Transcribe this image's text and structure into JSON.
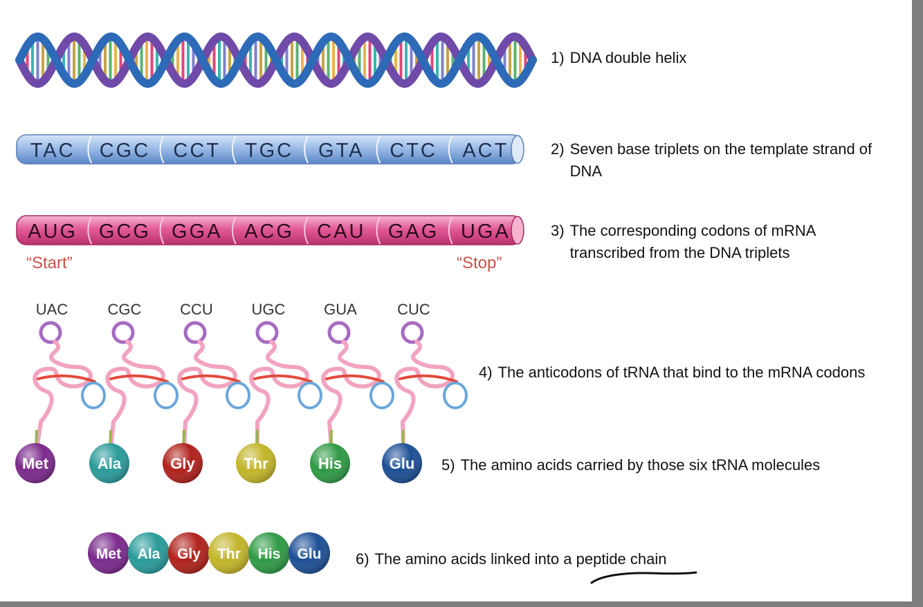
{
  "captions": [
    {
      "num": "1)",
      "text": "DNA double helix"
    },
    {
      "num": "2)",
      "text": "Seven base triplets on the template strand of DNA"
    },
    {
      "num": "3)",
      "text": "The corresponding codons of mRNA transcribed from the DNA triplets"
    },
    {
      "num": "4)",
      "text": "The anticodons of tRNA that bind to the mRNA codons"
    },
    {
      "num": "5)",
      "text": "The amino acids carried by those six tRNA molecules"
    },
    {
      "num": "6)",
      "text": "The amino acids linked into a peptide chain"
    }
  ],
  "dna_triplets": [
    "TAC",
    "CGC",
    "CCT",
    "TGC",
    "GTA",
    "CTC",
    "ACT"
  ],
  "mrna_codons": [
    "AUG",
    "GCG",
    "GGA",
    "ACG",
    "CAU",
    "GAG",
    "UGA"
  ],
  "mrna_start_label": "“Start”",
  "mrna_stop_label": "“Stop”",
  "anticodons": [
    "UAC",
    "CGC",
    "CCU",
    "UGC",
    "GUA",
    "CUC"
  ],
  "amino_acids": [
    {
      "label": "Met",
      "color": "#7b2a8c"
    },
    {
      "label": "Ala",
      "color": "#2a9b9a"
    },
    {
      "label": "Gly",
      "color": "#b0221c"
    },
    {
      "label": "Thr",
      "color": "#c2b52a"
    },
    {
      "label": "His",
      "color": "#2f9a45"
    },
    {
      "label": "Glu",
      "color": "#1d4f95"
    }
  ],
  "colors": {
    "dna_tube": "#8fb3e3",
    "mrna_tube": "#e04f8f",
    "trna_body": "#f2a3c0",
    "anticodon_loop": "#a66bc2",
    "helix_blue": "#2d6ab7",
    "helix_purple": "#6f4aa8"
  }
}
